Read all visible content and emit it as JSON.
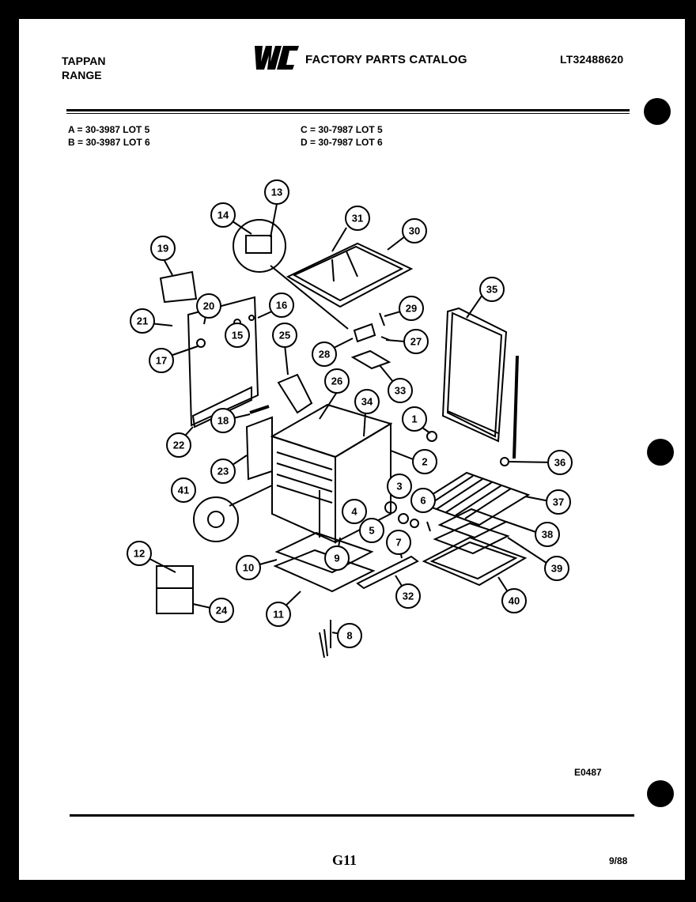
{
  "header": {
    "brand_line1": "TAPPAN",
    "brand_line2": "RANGE",
    "catalog_title": "FACTORY PARTS CATALOG",
    "model_number": "LT32488620",
    "logo": "wci-logo"
  },
  "lots": {
    "a": "A = 30-3987 LOT 5",
    "b": "B = 30-3987 LOT 6",
    "c": "C = 30-7987 LOT 5",
    "d": "D = 30-7987 LOT 6"
  },
  "diagram": {
    "callouts": [
      "1",
      "2",
      "3",
      "4",
      "5",
      "6",
      "7",
      "8",
      "9",
      "10",
      "11",
      "12",
      "13",
      "14",
      "15",
      "16",
      "17",
      "18",
      "19",
      "20",
      "21",
      "22",
      "23",
      "24",
      "25",
      "26",
      "27",
      "28",
      "29",
      "30",
      "31",
      "32",
      "33",
      "34",
      "35",
      "36",
      "37",
      "38",
      "39",
      "40",
      "41"
    ]
  },
  "footer": {
    "drawing_code": "E0487",
    "page_number": "G11",
    "date": "9/88"
  }
}
